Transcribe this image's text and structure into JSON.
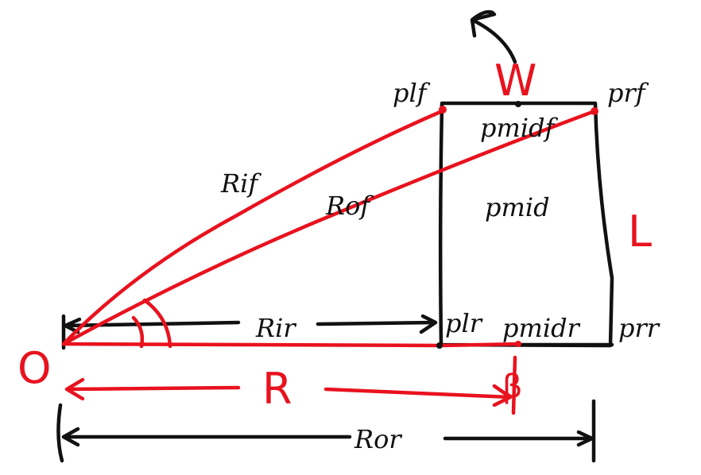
{
  "labels": {
    "plf": "plf",
    "prf": "prf",
    "pmidf": "pmidf",
    "pmid": "pmid",
    "plr": "plr",
    "pmidr": "pmidr",
    "prr": "prr",
    "rif": "Rif",
    "rof": "Rof",
    "rir": "Rir",
    "ror": "Ror",
    "origin": "O",
    "r": "R",
    "w": "W",
    "l": "L",
    "beta": "β"
  },
  "colors": {
    "ink": "#111111",
    "accent": "#e8121e",
    "background": "#ffffff"
  }
}
